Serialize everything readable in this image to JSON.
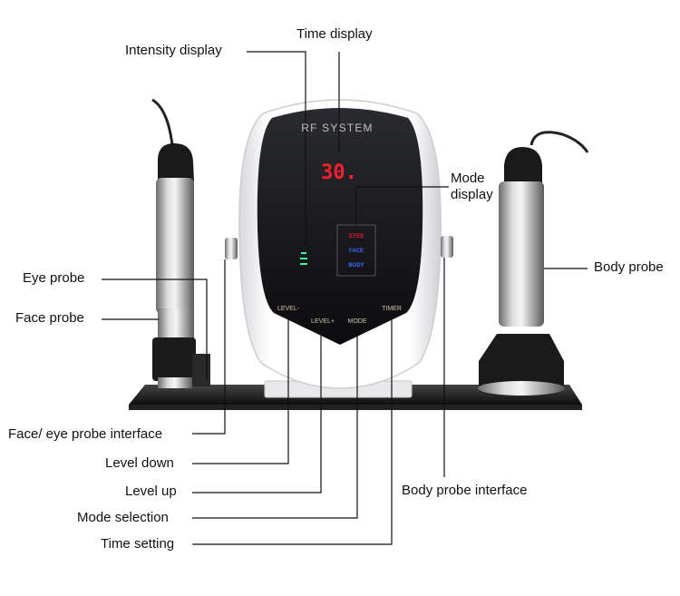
{
  "device": {
    "brand_text": "RF SYSTEM",
    "time_value": "30.",
    "modes": [
      "EYES",
      "FACE",
      "BODY"
    ],
    "mode_colors": [
      "#e8182c",
      "#3a6cff",
      "#3a6cff"
    ],
    "buttons": [
      "LEVEL-",
      "LEVEL+",
      "MODE",
      "TIMER"
    ]
  },
  "labels": {
    "intensity_display": "Intensity display",
    "time_display": "Time display",
    "mode_display": "Mode display",
    "eye_probe": "Eye probe",
    "face_probe": "Face probe",
    "body_probe": "Body probe",
    "face_eye_interface": "Face/ eye probe interface",
    "body_probe_interface": "Body probe interface",
    "level_down": "Level down",
    "level_up": "Level up",
    "mode_selection": "Mode selection",
    "time_setting": "Time setting"
  }
}
